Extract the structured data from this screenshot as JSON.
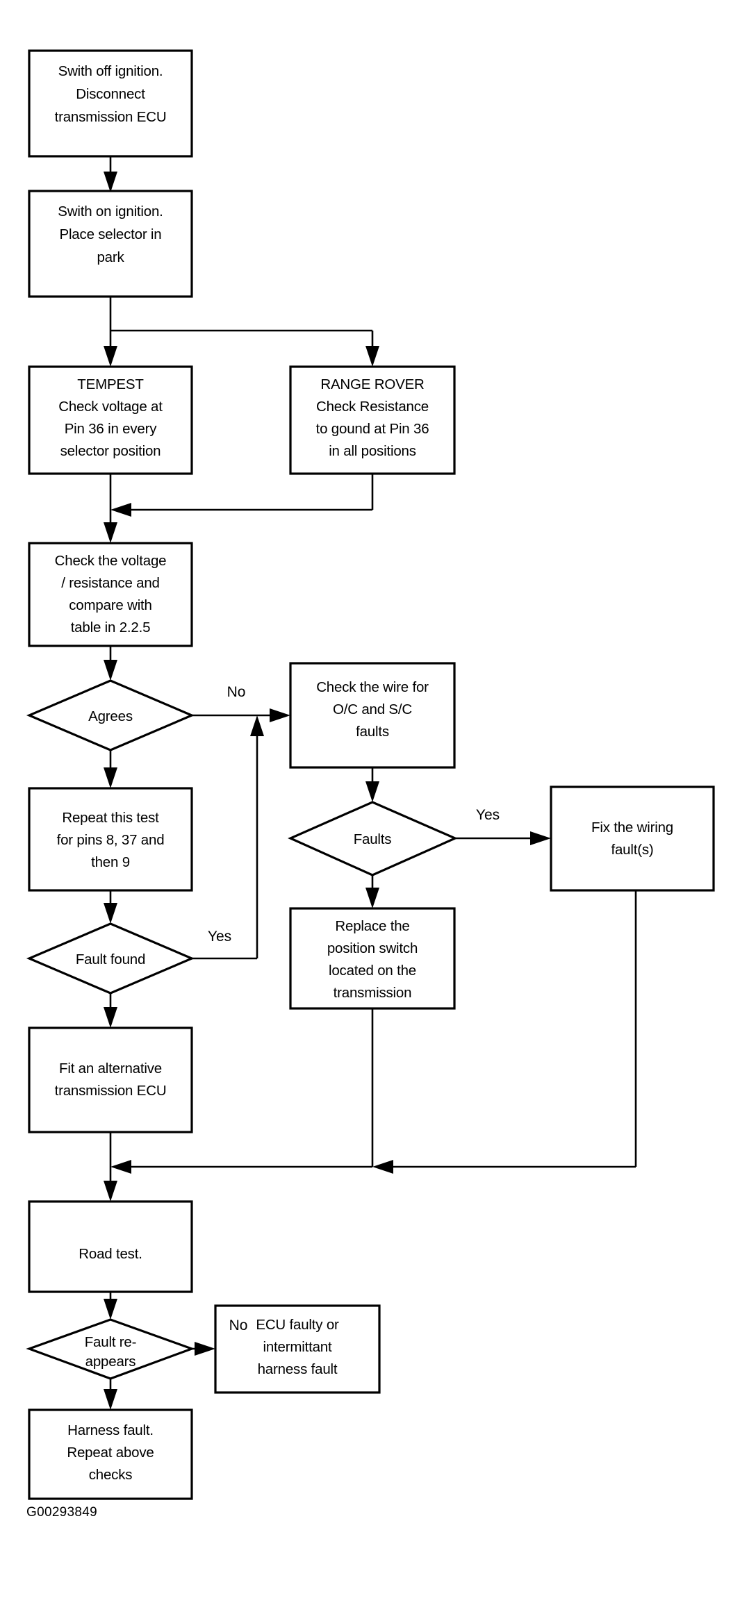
{
  "diagram": {
    "caption": "G00293849",
    "colors": {
      "background": "#ffffff",
      "stroke": "#000000",
      "text": "#000000"
    },
    "nodes": {
      "switch_off": {
        "shape": "process",
        "lines": [
          "Swith off ignition.",
          "Disconnect",
          "transmission ECU"
        ]
      },
      "switch_on": {
        "shape": "process",
        "lines": [
          "Swith on ignition.",
          "Place selector in",
          "park"
        ]
      },
      "tempest": {
        "shape": "process",
        "lines": [
          "TEMPEST",
          "Check voltage at",
          "Pin 36 in every",
          "selector position"
        ]
      },
      "range_rover": {
        "shape": "process",
        "lines": [
          "RANGE ROVER",
          "Check Resistance",
          "to gound at Pin 36",
          "in all positions"
        ]
      },
      "check_compare": {
        "shape": "process",
        "lines": [
          "Check the voltage",
          "/ resistance and",
          "compare with",
          "table in 2.2.5"
        ]
      },
      "agrees": {
        "shape": "decision",
        "lines": [
          "Agrees"
        ]
      },
      "check_wire": {
        "shape": "process",
        "lines": [
          "Check the wire for",
          "O/C and S/C",
          "faults"
        ]
      },
      "faults": {
        "shape": "decision",
        "lines": [
          "Faults"
        ]
      },
      "fix_wiring": {
        "shape": "process",
        "lines": [
          "Fix the wiring",
          "fault(s)"
        ]
      },
      "repeat_test": {
        "shape": "process",
        "lines": [
          "Repeat this test",
          "for pins 8, 37 and",
          "then 9"
        ]
      },
      "fault_found": {
        "shape": "decision",
        "lines": [
          "Fault found"
        ]
      },
      "replace_switch": {
        "shape": "process",
        "lines": [
          "Replace the",
          "position switch",
          "located on the",
          "transmission"
        ]
      },
      "fit_ecu": {
        "shape": "process",
        "lines": [
          "Fit an alternative",
          "transmission ECU"
        ]
      },
      "road_test": {
        "shape": "process",
        "lines": [
          "Road test."
        ]
      },
      "fault_reappears": {
        "shape": "decision",
        "lines": [
          "Fault re-",
          "appears"
        ]
      },
      "ecu_faulty": {
        "shape": "process",
        "lines": [
          "ECU faulty or",
          "intermittant",
          "harness fault"
        ]
      },
      "harness_fault": {
        "shape": "process",
        "lines": [
          "Harness fault.",
          "Repeat above",
          "checks"
        ]
      }
    },
    "edge_labels": {
      "agrees_no": "No",
      "faults_yes": "Yes",
      "fault_found_yes": "Yes",
      "fault_reappears_no": "No"
    }
  }
}
